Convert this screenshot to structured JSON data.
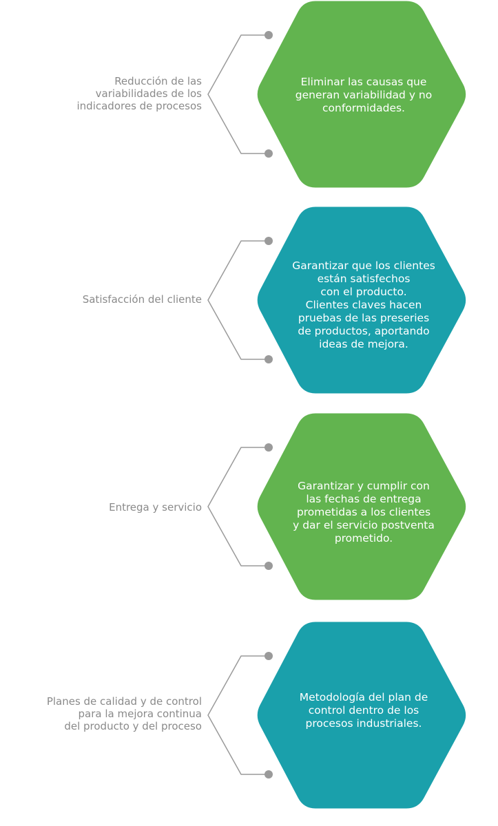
{
  "colors": {
    "green": "#62b44f",
    "teal": "#1aa0ab",
    "connector": "#9a9a9a",
    "label_text": "#8a8a8a",
    "hex_text": "#ffffff"
  },
  "items": [
    {
      "label": [
        "Reducción de las",
        "variabilidades de los",
        "indicadores de procesos"
      ],
      "text": [
        "Eliminar las causas que",
        "generan variabilidad y no",
        "conformidades."
      ],
      "color": "green"
    },
    {
      "label": [
        "Satisfacción del cliente"
      ],
      "text": [
        "Garantizar que los clientes",
        "están satisfechos",
        "con el producto.",
        "Clientes claves hacen",
        "pruebas de las preseries",
        "de productos, aportando",
        "ideas de mejora."
      ],
      "color": "teal"
    },
    {
      "label": [
        "Entrega y servicio"
      ],
      "text": [
        "Garantizar y cumplir con",
        "las fechas de entrega",
        "prometidas a los clientes",
        "y dar el servicio postventa",
        "prometido."
      ],
      "color": "green"
    },
    {
      "label": [
        "Planes de calidad y de control",
        "para la mejora continua",
        "del producto y del proceso"
      ],
      "text": [
        "Metodología del plan de",
        "control dentro de los",
        "procesos industriales."
      ],
      "color": "teal"
    }
  ]
}
